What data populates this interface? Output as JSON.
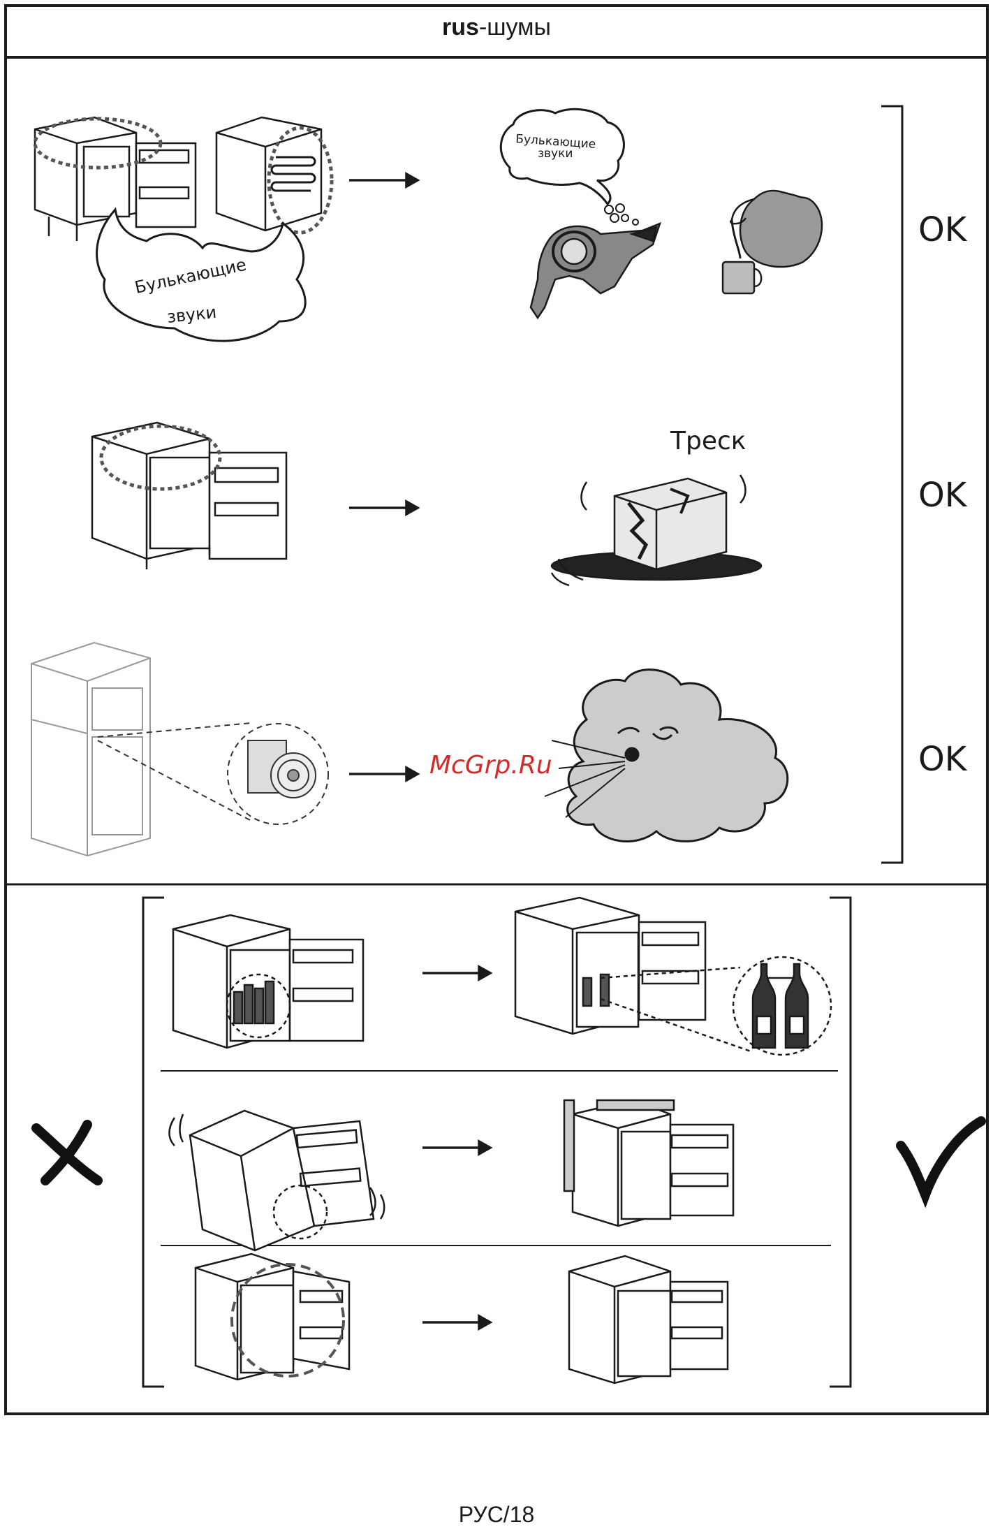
{
  "header": {
    "prefix": "rus",
    "title": "-шумы"
  },
  "section_ok": {
    "rows": [
      {
        "bubble_large": "Булькающие звуки",
        "bubble_large_l1": "Булькающие",
        "bubble_large_l2": "звуки",
        "bubble_small_l1": "Булькающие",
        "bubble_small_l2": "звуки",
        "status": "OK"
      },
      {
        "caption": "Треск",
        "status": "OK"
      },
      {
        "status": "OK"
      }
    ]
  },
  "watermark": "McGrp.Ru",
  "section_fix": {
    "wrong_symbol": "✗",
    "right_symbol": "✓"
  },
  "footer": {
    "page": "РУС/18"
  }
}
